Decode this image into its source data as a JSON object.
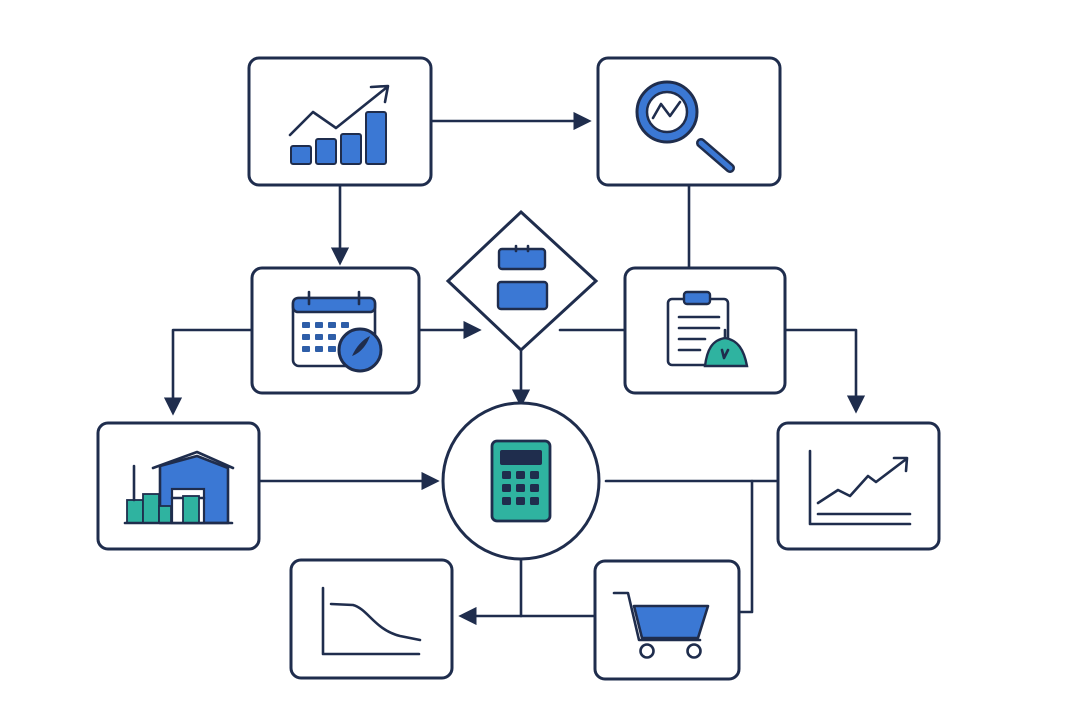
{
  "diagram": {
    "type": "flowchart",
    "colors": {
      "ink": "#1f2d4d",
      "primary_blue": "#3b78d4",
      "teal": "#2fb3a0",
      "background": "#ffffff"
    },
    "nodes": [
      {
        "id": "sales-growth",
        "shape": "rounded-rect",
        "icon": "bar-chart-trend-icon"
      },
      {
        "id": "analysis",
        "shape": "rounded-rect",
        "icon": "magnifier-icon"
      },
      {
        "id": "schedule",
        "shape": "rounded-rect",
        "icon": "calendar-clock-icon"
      },
      {
        "id": "decision",
        "shape": "diamond",
        "icon": "stacked-blocks-icon"
      },
      {
        "id": "planning",
        "shape": "rounded-rect",
        "icon": "clipboard-bell-icon"
      },
      {
        "id": "warehouse",
        "shape": "rounded-rect",
        "icon": "warehouse-icon"
      },
      {
        "id": "calculation",
        "shape": "circle",
        "icon": "calculator-icon"
      },
      {
        "id": "forecast",
        "shape": "rounded-rect",
        "icon": "trend-line-icon"
      },
      {
        "id": "decline",
        "shape": "rounded-rect",
        "icon": "decay-curve-icon"
      },
      {
        "id": "purchase",
        "shape": "rounded-rect",
        "icon": "shopping-cart-icon"
      }
    ],
    "edges": [
      {
        "from": "sales-growth",
        "to": "analysis",
        "arrow": true
      },
      {
        "from": "sales-growth",
        "to": "schedule",
        "arrow": true
      },
      {
        "from": "analysis",
        "to": "planning",
        "arrow": false
      },
      {
        "from": "schedule",
        "to": "decision",
        "arrow": true
      },
      {
        "from": "schedule",
        "to": "warehouse",
        "arrow": true
      },
      {
        "from": "decision",
        "to": "calculation",
        "arrow": true
      },
      {
        "from": "decision",
        "to": "planning",
        "arrow": false
      },
      {
        "from": "planning",
        "to": "forecast",
        "arrow": true
      },
      {
        "from": "warehouse",
        "to": "calculation",
        "arrow": true
      },
      {
        "from": "calculation",
        "to": "forecast",
        "arrow": false
      },
      {
        "from": "calculation",
        "to": "purchase",
        "arrow": false
      },
      {
        "from": "calculation",
        "to": "decline",
        "arrow": true
      },
      {
        "from": "forecast",
        "to": "purchase",
        "arrow": false
      }
    ]
  }
}
